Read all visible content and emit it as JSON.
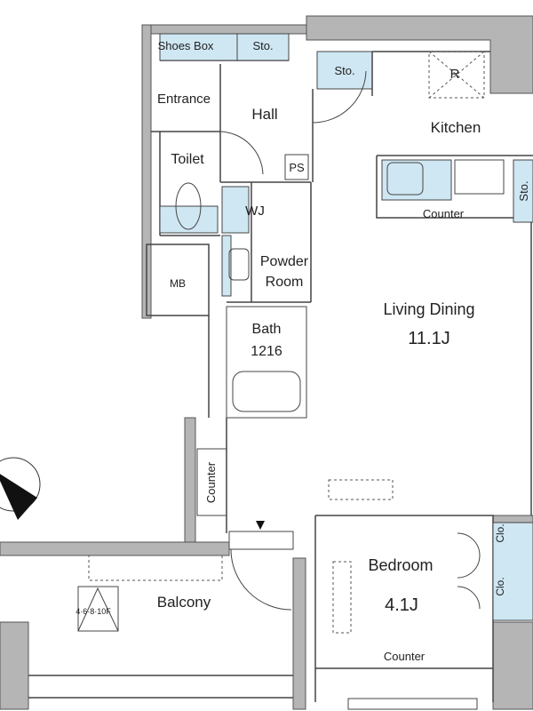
{
  "plan": {
    "rooms": {
      "shoes_box": "Shoes Box",
      "sto_top": "Sto.",
      "sto_hall": "Sto.",
      "refrigerator": "R",
      "entrance": "Entrance",
      "hall": "Hall",
      "kitchen": "Kitchen",
      "toilet": "Toilet",
      "ps": "PS",
      "wj": "WJ",
      "kitchen_counter": "Counter",
      "sto_kitchen": "Sto.",
      "powder_room_1": "Powder",
      "powder_room_2": "Room",
      "mb": "MB",
      "living_dining": "Living Dining",
      "living_dining_size": "11.1J",
      "bath": "Bath",
      "bath_size": "1216",
      "counter_vertical": "Counter",
      "bedroom": "Bedroom",
      "bedroom_size": "4.1J",
      "balcony": "Balcony",
      "hatch_floors": "4·6·8·10F",
      "bedroom_counter": "Counter",
      "closet_1": "Clo.",
      "closet_2": "Clo."
    },
    "colors": {
      "wall": "#b5b5b5",
      "fixture": "#cfe7f3"
    }
  }
}
